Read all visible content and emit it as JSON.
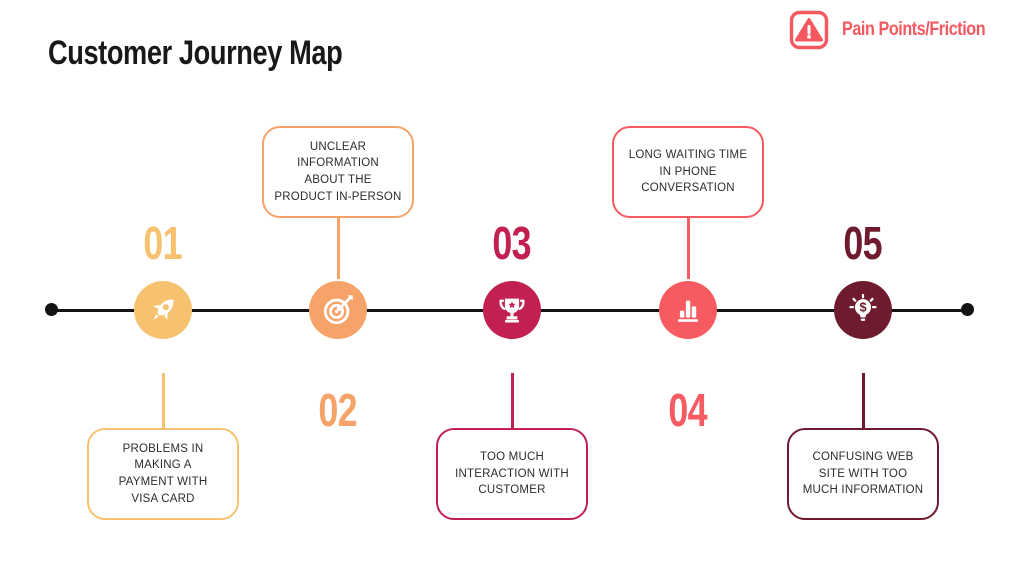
{
  "title": "Customer Journey Map",
  "legend": {
    "label": "Pain Points/Friction",
    "icon": "warning-triangle-icon",
    "color": "#F5585E"
  },
  "timeline": {
    "line_color": "#131313",
    "endpoint_dots": 2
  },
  "steps": [
    {
      "number": "01",
      "icon": "rocket-icon",
      "color": "#F7C26F",
      "number_position": "above",
      "callout": {
        "text": "PROBLEMS IN\nMAKING A\nPAYMENT WITH\nVISA CARD",
        "position": "below"
      }
    },
    {
      "number": "02",
      "icon": "target-icon",
      "color": "#F5A369",
      "number_position": "below",
      "callout": {
        "text": "UNCLEAR\nINFORMATION\nABOUT THE\nPRODUCT IN-PERSON",
        "position": "above"
      }
    },
    {
      "number": "03",
      "icon": "trophy-icon",
      "color": "#C22051",
      "number_position": "above",
      "callout": {
        "text": "TOO MUCH\nINTERACTION WITH\nCUSTOMER",
        "position": "below"
      }
    },
    {
      "number": "04",
      "icon": "bar-chart-icon",
      "color": "#F55B60",
      "number_position": "below",
      "callout": {
        "text": "LONG WAITING TIME\nIN PHONE\nCONVERSATION",
        "position": "above"
      }
    },
    {
      "number": "05",
      "icon": "lightbulb-dollar-icon",
      "color": "#6E1B2F",
      "number_position": "above",
      "callout": {
        "text": "CONFUSING WEB\nSITE WITH TOO\nMUCH INFORMATION",
        "position": "below"
      }
    }
  ]
}
